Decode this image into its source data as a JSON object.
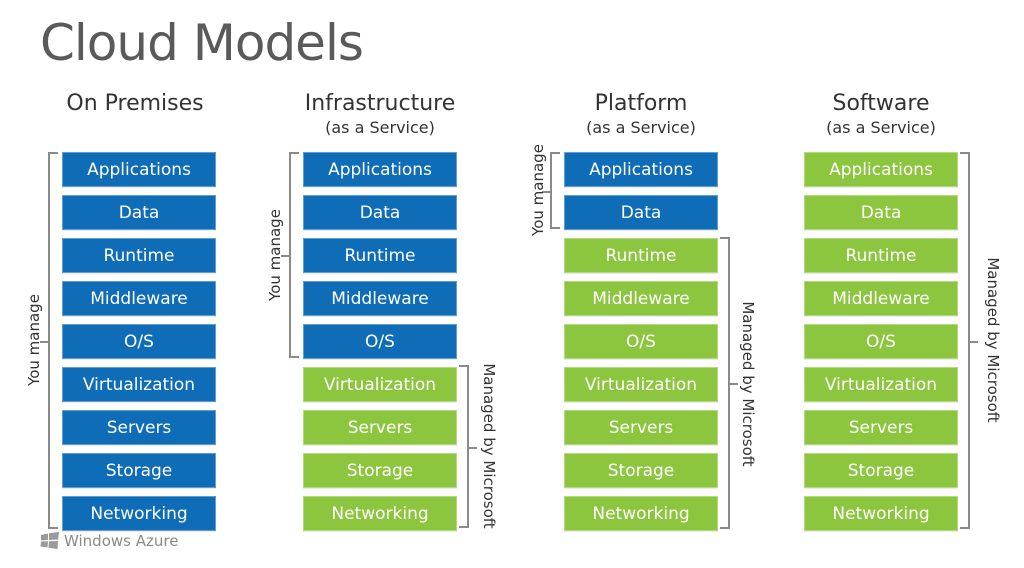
{
  "title": "Cloud Models",
  "columns": [
    {
      "heading": "On Premises",
      "subheading": "",
      "layers": [
        {
          "label": "Applications",
          "managed_by": "you"
        },
        {
          "label": "Data",
          "managed_by": "you"
        },
        {
          "label": "Runtime",
          "managed_by": "you"
        },
        {
          "label": "Middleware",
          "managed_by": "you"
        },
        {
          "label": "O/S",
          "managed_by": "you"
        },
        {
          "label": "Virtualization",
          "managed_by": "you"
        },
        {
          "label": "Servers",
          "managed_by": "you"
        },
        {
          "label": "Storage",
          "managed_by": "you"
        },
        {
          "label": "Networking",
          "managed_by": "you"
        }
      ],
      "you_label": "You manage",
      "ms_label": ""
    },
    {
      "heading": "Infrastructure",
      "subheading": "(as a Service)",
      "layers": [
        {
          "label": "Applications",
          "managed_by": "you"
        },
        {
          "label": "Data",
          "managed_by": "you"
        },
        {
          "label": "Runtime",
          "managed_by": "you"
        },
        {
          "label": "Middleware",
          "managed_by": "you"
        },
        {
          "label": "O/S",
          "managed_by": "you"
        },
        {
          "label": "Virtualization",
          "managed_by": "ms"
        },
        {
          "label": "Servers",
          "managed_by": "ms"
        },
        {
          "label": "Storage",
          "managed_by": "ms"
        },
        {
          "label": "Networking",
          "managed_by": "ms"
        }
      ],
      "you_label": "You manage",
      "ms_label": "Managed by Microsoft"
    },
    {
      "heading": "Platform",
      "subheading": "(as a Service)",
      "layers": [
        {
          "label": "Applications",
          "managed_by": "you"
        },
        {
          "label": "Data",
          "managed_by": "you"
        },
        {
          "label": "Runtime",
          "managed_by": "ms"
        },
        {
          "label": "Middleware",
          "managed_by": "ms"
        },
        {
          "label": "O/S",
          "managed_by": "ms"
        },
        {
          "label": "Virtualization",
          "managed_by": "ms"
        },
        {
          "label": "Servers",
          "managed_by": "ms"
        },
        {
          "label": "Storage",
          "managed_by": "ms"
        },
        {
          "label": "Networking",
          "managed_by": "ms"
        }
      ],
      "you_label": "You manage",
      "ms_label": "Managed by Microsoft"
    },
    {
      "heading": "Software",
      "subheading": "(as a Service)",
      "layers": [
        {
          "label": "Applications",
          "managed_by": "ms"
        },
        {
          "label": "Data",
          "managed_by": "ms"
        },
        {
          "label": "Runtime",
          "managed_by": "ms"
        },
        {
          "label": "Middleware",
          "managed_by": "ms"
        },
        {
          "label": "O/S",
          "managed_by": "ms"
        },
        {
          "label": "Virtualization",
          "managed_by": "ms"
        },
        {
          "label": "Servers",
          "managed_by": "ms"
        },
        {
          "label": "Storage",
          "managed_by": "ms"
        },
        {
          "label": "Networking",
          "managed_by": "ms"
        }
      ],
      "you_label": "",
      "ms_label": "Managed by Microsoft"
    }
  ],
  "colors": {
    "you_manage": "#0f6cb6",
    "managed_by_microsoft": "#8cc63e"
  },
  "logo": {
    "text": "Windows Azure",
    "icon": "windows-flag-icon"
  }
}
